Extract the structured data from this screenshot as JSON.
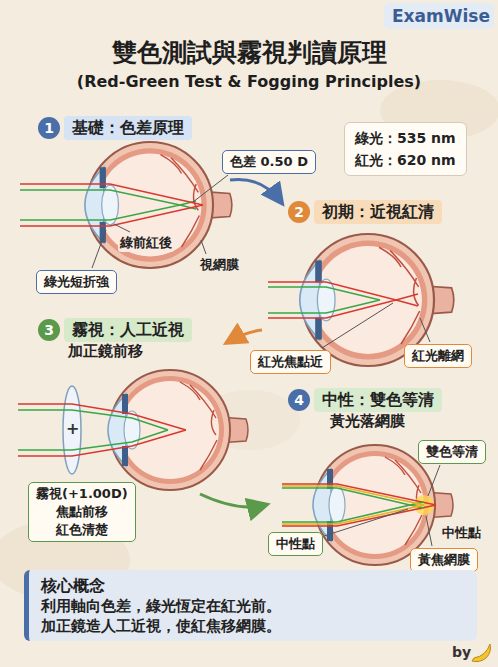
{
  "diagram": {
    "title": "雙色測試與霧視判讀原理",
    "nodes": [
      {
        "text": [
          "1",
          "基礎：色差原理"
        ]
      },
      {
        "text": [
          "綠光：535 nm",
          "紅光：620 nm"
        ]
      },
      {
        "text": [
          "色差 0.50 D"
        ]
      },
      {
        "text": [
          "綠光短折強"
        ]
      },
      {
        "text": [
          "2",
          "初期：近視紅清"
        ]
      },
      {
        "text": [
          "紅光焦點近"
        ]
      },
      {
        "text": [
          "紅光離網"
        ]
      },
      {
        "text": [
          "3",
          "霧視：人工近視"
        ]
      },
      {
        "text": [
          "霧視(+1.00D)",
          "焦點前移",
          "紅色清楚"
        ]
      },
      {
        "text": [
          "4",
          "中性：雙色等清"
        ]
      },
      {
        "text": [
          "雙色等清"
        ]
      },
      {
        "text": [
          "中性點"
        ]
      },
      {
        "text": [
          "黃焦網膜"
        ]
      },
      {
        "text": [
          "核心概念",
          "利用軸向色差，綠光恆定在紅光前。",
          "加正鏡造人工近視，使紅焦移網膜。"
        ]
      }
    ],
    "labels": [
      "ExamWise",
      "(Red-Green Test & Fogging Principles)",
      "綠前紅後",
      "視網膜",
      "加正鏡前移",
      "+",
      "黃光落網膜",
      "中性點",
      "by"
    ]
  }
}
